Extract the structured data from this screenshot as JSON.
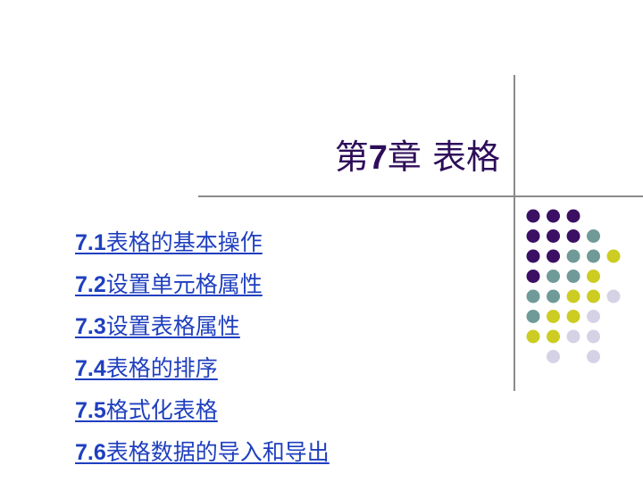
{
  "slide": {
    "title_num": "第7章",
    "title_text": "表格",
    "items": [
      {
        "num": "7.1",
        "text": "表格的基本操作"
      },
      {
        "num": "7.2",
        "text": "设置单元格属性"
      },
      {
        "num": "7.3",
        "text": "设置表格属性"
      },
      {
        "num": "7.4",
        "text": "表格的排序"
      },
      {
        "num": "7.5",
        "text": "格式化表格"
      },
      {
        "num": "7.6",
        "text": "表格数据的导入和导出"
      }
    ]
  },
  "colors": {
    "title": "#2e0d5a",
    "link": "#1f3fbf",
    "dot_purple": "#3b0f63",
    "dot_teal": "#6f9a98",
    "dot_yellow": "#cccc22",
    "dot_lavender": "#d6d2e6",
    "line": "#8a8a8a"
  },
  "dot_grid": [
    [
      "purple",
      "purple",
      "purple",
      "none",
      "none"
    ],
    [
      "purple",
      "purple",
      "purple",
      "teal",
      "none"
    ],
    [
      "purple",
      "purple",
      "teal",
      "teal",
      "yellow"
    ],
    [
      "purple",
      "teal",
      "teal",
      "yellow",
      "none"
    ],
    [
      "teal",
      "teal",
      "yellow",
      "yellow",
      "lavender"
    ],
    [
      "teal",
      "yellow",
      "yellow",
      "lavender",
      "none"
    ],
    [
      "yellow",
      "yellow",
      "lavender",
      "lavender",
      "none"
    ],
    [
      "none",
      "lavender",
      "none",
      "lavender",
      "none"
    ]
  ]
}
